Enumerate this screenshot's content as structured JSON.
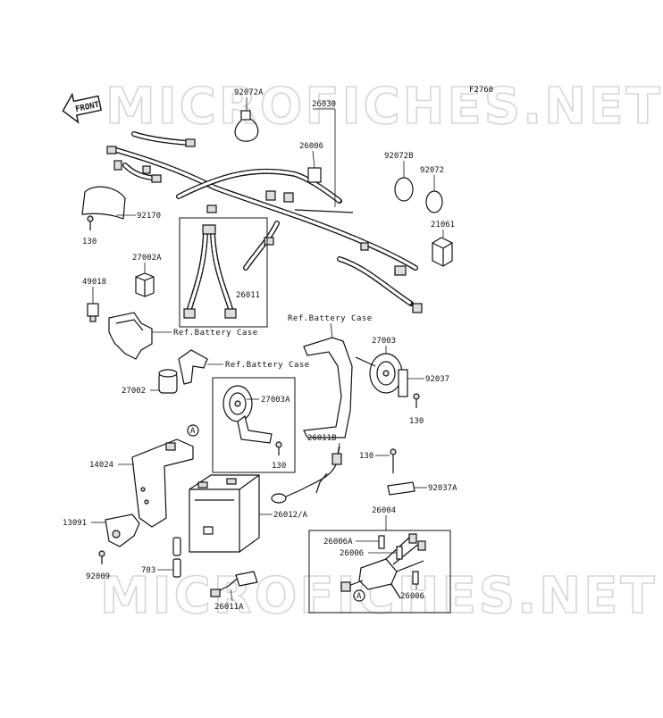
{
  "diagram": {
    "figure_code": "F2760",
    "watermark": "MICROFICHES.NET",
    "front_label": "FRONT",
    "callouts": [
      {
        "id": "92072A"
      },
      {
        "id": "26030"
      },
      {
        "id": "26006"
      },
      {
        "id": "92072B"
      },
      {
        "id": "92072"
      },
      {
        "id": "21061"
      },
      {
        "id": "92170"
      },
      {
        "id": "130"
      },
      {
        "id": "27002A"
      },
      {
        "id": "49018"
      },
      {
        "id": "26011"
      },
      {
        "id": "27003"
      },
      {
        "id": "92037"
      },
      {
        "id": "130"
      },
      {
        "id": "27002"
      },
      {
        "id": "27003A"
      },
      {
        "id": "130"
      },
      {
        "id": "26011B"
      },
      {
        "id": "14024"
      },
      {
        "id": "130"
      },
      {
        "id": "92037A"
      },
      {
        "id": "26012/A"
      },
      {
        "id": "26004"
      },
      {
        "id": "13091"
      },
      {
        "id": "26006A"
      },
      {
        "id": "26006"
      },
      {
        "id": "703"
      },
      {
        "id": "92009"
      },
      {
        "id": "26006"
      },
      {
        "id": "26011A"
      }
    ],
    "references": [
      {
        "text": "Ref.Battery Case"
      },
      {
        "text": "Ref.Battery Case"
      },
      {
        "text": "Ref.Battery Case"
      }
    ],
    "markers": [
      {
        "text": "A"
      },
      {
        "text": "A"
      }
    ]
  }
}
